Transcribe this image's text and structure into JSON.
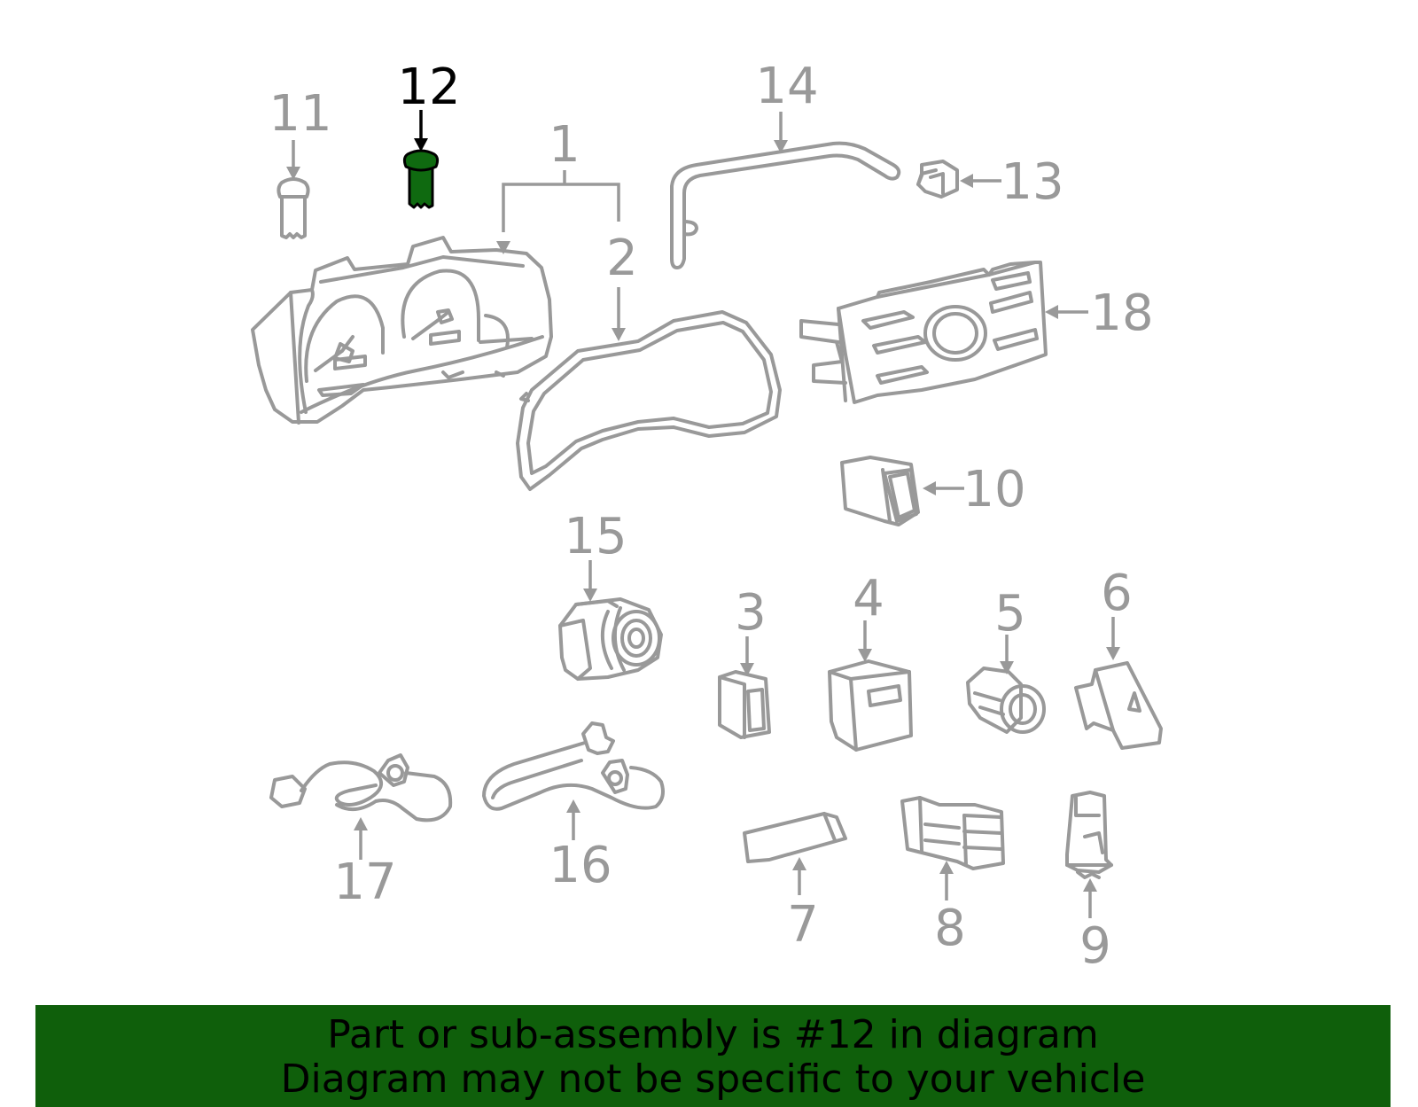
{
  "colors": {
    "line": "#999999",
    "highlight_fill": "#0f6a10",
    "highlight_stroke": "#000000",
    "banner_bg": "#0f5f0b",
    "banner_text": "#000000"
  },
  "selected_part": "12",
  "callouts": {
    "c1": "1",
    "c2": "2",
    "c3": "3",
    "c4": "4",
    "c5": "5",
    "c6": "6",
    "c7": "7",
    "c8": "8",
    "c9": "9",
    "c10": "10",
    "c11": "11",
    "c12": "12",
    "c13": "13",
    "c14": "14",
    "c15": "15",
    "c16": "16",
    "c17": "17",
    "c18": "18"
  },
  "banner": {
    "line1": "Part or sub-assembly is #12 in diagram",
    "line2": "Diagram may not be specific to your vehicle"
  }
}
